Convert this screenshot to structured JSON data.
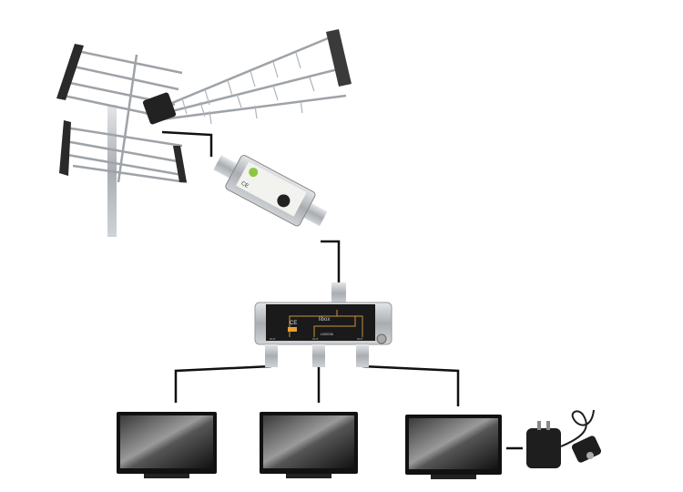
{
  "diagram": {
    "splitter": {
      "brand": "libox",
      "mark": "CE",
      "model": "LB0036",
      "ports": [
        "OUT",
        "OUT",
        "OUT"
      ]
    },
    "amplifier": {
      "mark": "CE"
    },
    "tvs": [
      "TV",
      "TV",
      "TV"
    ],
    "colors": {
      "cable": "#111111",
      "metal": "#b8bcc0",
      "panel": "#1a1a1a",
      "trace": "#c8943a",
      "screen": "#222222"
    }
  }
}
